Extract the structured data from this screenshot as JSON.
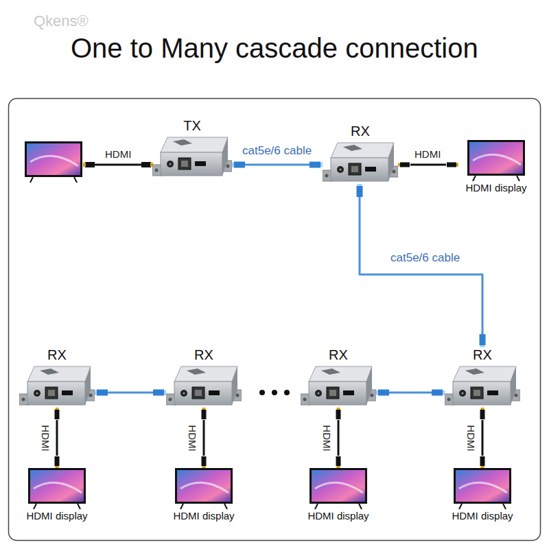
{
  "diagram": {
    "title": "One to Many cascade connection",
    "nodes": [
      {
        "text": [
          "TX"
        ]
      },
      {
        "text": [
          "RX"
        ]
      },
      {
        "text": [
          "HDMI display"
        ]
      },
      {
        "text": [
          "RX"
        ]
      },
      {
        "text": [
          "RX"
        ]
      },
      {
        "text": [
          "RX"
        ]
      },
      {
        "text": [
          "RX"
        ]
      },
      {
        "text": [
          "HDMI display"
        ]
      },
      {
        "text": [
          "HDMI display"
        ]
      },
      {
        "text": [
          "HDMI display"
        ]
      },
      {
        "text": [
          "HDMI display"
        ]
      }
    ],
    "edges": [
      {
        "from": 0,
        "to": 1,
        "label": "cat5e/6 cable",
        "arrow": "none"
      },
      {
        "from": 1,
        "to": 2,
        "label": "HDMI",
        "arrow": "none"
      },
      {
        "from": 1,
        "to": 6,
        "label": "cat5e/6 cable",
        "arrow": "none"
      },
      {
        "from": 6,
        "to": 5,
        "arrow": "none"
      },
      {
        "from": 4,
        "to": 3,
        "arrow": "none"
      },
      {
        "from": 3,
        "to": 7,
        "label": "HDMI",
        "arrow": "none"
      },
      {
        "from": 4,
        "to": 8,
        "label": "HDMI",
        "arrow": "none"
      },
      {
        "from": 5,
        "to": 9,
        "label": "HDMI",
        "arrow": "none"
      },
      {
        "from": 6,
        "to": 10,
        "label": "HDMI",
        "arrow": "none"
      }
    ],
    "labels": [
      "Qkens®",
      "HDMI"
    ]
  }
}
